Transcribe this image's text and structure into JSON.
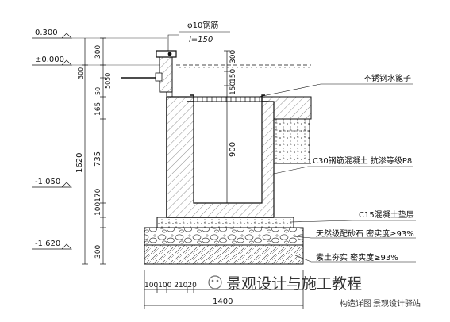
{
  "elevations": {
    "e1": "0.300",
    "e2": "±0.000",
    "e3": "-1.050",
    "e4": "-1.620"
  },
  "dims_left": {
    "d300_top": "300",
    "d50": "50",
    "d165": "165",
    "d735": "735",
    "d100": "100",
    "d170": "170",
    "d300_bot": "300",
    "d1620": "1620"
  },
  "dims_center": {
    "c300": "300",
    "c150a": "150",
    "c150b": "150",
    "c5050": "5050",
    "c900": "900"
  },
  "labels": {
    "rebar": "φ10钢筋",
    "rebar_len": "l=150",
    "steel_grate": "不锈钢水篦子",
    "concrete": "C30钢筋混凝土  抗渗等级P8",
    "cushion": "C15混凝土垫层",
    "gravel": "天然级配砂石   密实度≥93%",
    "soil": "素土夯实   密实度≥93%"
  },
  "dims_bottom": {
    "b_text": "100100 21020",
    "b_total": "1400"
  },
  "watermark": {
    "text1": "景观设计与施工教程",
    "text2": "景观设计驿站",
    "side": "构造详图"
  }
}
